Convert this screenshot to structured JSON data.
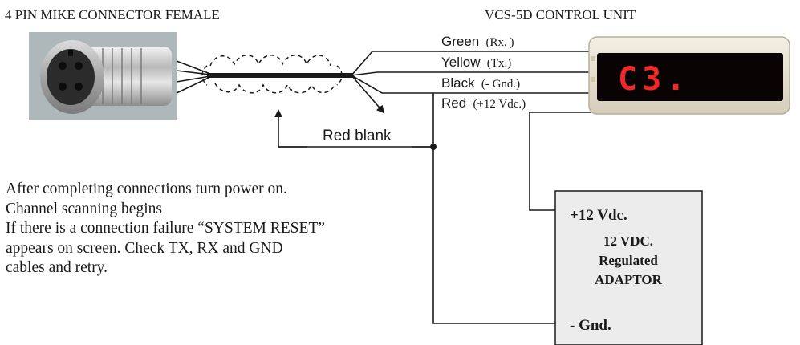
{
  "connector": {
    "title": "4 PIN MIKE CONNECTOR FEMALE"
  },
  "control_unit": {
    "title": "VCS-5D CONTROL UNIT",
    "display_text": "C3."
  },
  "wires": [
    {
      "color_name": "Green",
      "signal": "(Rx. )"
    },
    {
      "color_name": "Yellow",
      "signal": "(Tx.)"
    },
    {
      "color_name": "Black",
      "signal": "(- Gnd.)"
    },
    {
      "color_name": "Red",
      "signal": "(+12 Vdc.)"
    }
  ],
  "red_blank_label": "Red blank",
  "adaptor": {
    "plus_label": "+12 Vdc.",
    "desc_line1": "12 VDC.",
    "desc_line2": "Regulated",
    "desc_line3": "ADAPTOR",
    "minus_label": "- Gnd."
  },
  "instructions": [
    "After completing connections turn power on.",
    "Channel scanning begins",
    "If there is a connection failure “SYSTEM RESET”",
    "appears on screen. Check TX, RX and GND",
    "cables and retry."
  ],
  "colors": {
    "display_glow": "#ff2a2a",
    "display_bg": "#0a0303",
    "unit_case": "#e9e2d4",
    "adaptor_fill": "#ececec"
  }
}
